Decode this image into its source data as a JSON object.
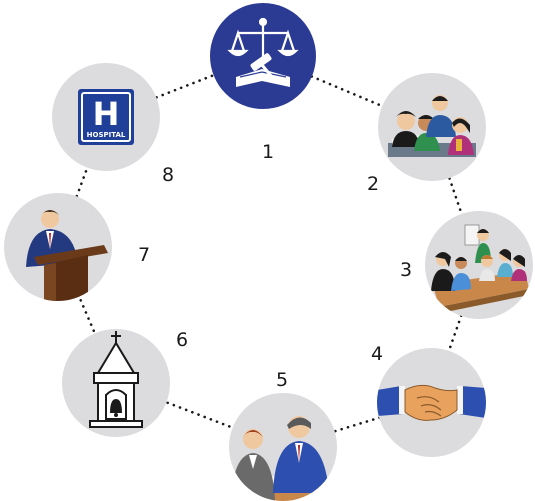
{
  "diagram": {
    "nodes": [
      {
        "number": "1",
        "icon": "law-scales-icon"
      },
      {
        "number": "2",
        "icon": "team-meeting-icon"
      },
      {
        "number": "3",
        "icon": "conference-table-icon"
      },
      {
        "number": "4",
        "icon": "handshake-icon"
      },
      {
        "number": "5",
        "icon": "business-discussion-icon"
      },
      {
        "number": "6",
        "icon": "church-bell-icon"
      },
      {
        "number": "7",
        "icon": "speaker-podium-icon"
      },
      {
        "number": "8",
        "icon": "hospital-sign-icon"
      }
    ],
    "hospital_sign": {
      "letter": "H",
      "caption": "HOSPITAL"
    },
    "colors": {
      "node_fill": "#dcdcde",
      "law_fill": "#2b3a93",
      "hospital_blue": "#1f3f99",
      "ring_dots": "#1a1a1a"
    }
  }
}
